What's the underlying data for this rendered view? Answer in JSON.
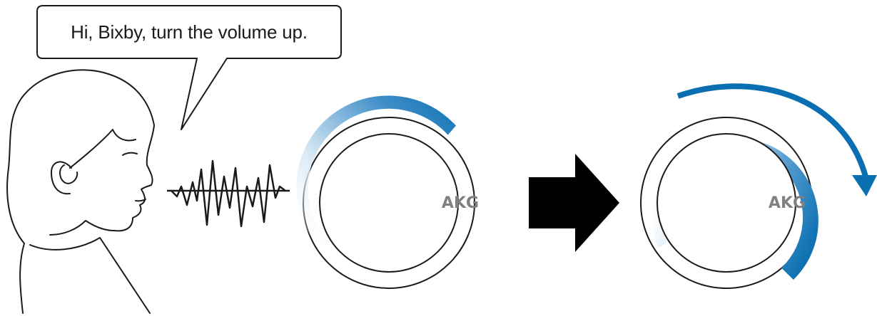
{
  "speech": {
    "text": "Hi, Bixby, turn the volume up."
  },
  "earbuds": {
    "before": {
      "brand": "AKG",
      "volume_level": 0.45
    },
    "after": {
      "brand": "AKG",
      "volume_level": 0.85
    }
  },
  "colors": {
    "accent": "#0a6fb0",
    "outline": "#1a1a1a",
    "arrow": "#000000",
    "label": "#808080"
  },
  "icons": {
    "speaker": "person-head-icon",
    "voice": "sound-wave-icon",
    "transition": "right-arrow-icon",
    "volume_up": "clockwise-arrow-icon"
  }
}
